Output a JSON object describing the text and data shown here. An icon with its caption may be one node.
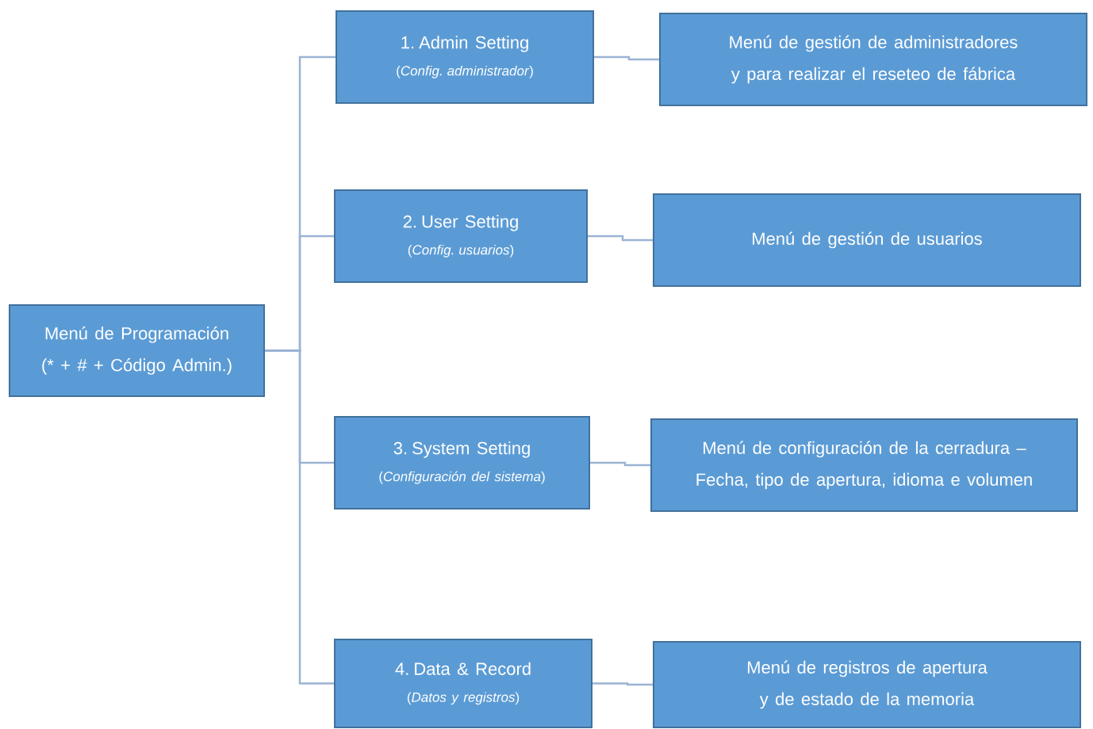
{
  "diagram": {
    "nodes": [
      {
        "text": [
          "Menú de Programación (* + # + Código Admin.)"
        ]
      },
      {
        "text": [
          "1. Admin Setting",
          "(*Config. administrador*)"
        ]
      },
      {
        "text": [
          "2. User Setting",
          "(*Config. usuarios*)"
        ]
      },
      {
        "text": [
          "3. System Setting",
          "(*Configuración del sistema*)"
        ]
      },
      {
        "text": [
          "4. Data & Record",
          "(*Datos y registros*)"
        ]
      },
      {
        "text": [
          "Menú de gestión de administradores y para realizar el reseteo de fábrica"
        ]
      },
      {
        "text": [
          "Menú de gestión de usuarios"
        ]
      },
      {
        "text": [
          "Menú de configuración de la cerradura – Fecha, tipo de apertura, idioma e volumen"
        ]
      },
      {
        "text": [
          "Menú de registros de apertura y de estado de la memoria"
        ]
      }
    ],
    "edges": [
      {
        "from": 0,
        "to": 1,
        "arrow": "none"
      },
      {
        "from": 0,
        "to": 2,
        "arrow": "none"
      },
      {
        "from": 0,
        "to": 3,
        "arrow": "none"
      },
      {
        "from": 0,
        "to": 4,
        "arrow": "none"
      },
      {
        "from": 1,
        "to": 5,
        "arrow": "none"
      },
      {
        "from": 2,
        "to": 6,
        "arrow": "none"
      },
      {
        "from": 3,
        "to": 7,
        "arrow": "none"
      },
      {
        "from": 4,
        "to": 8,
        "arrow": "none"
      }
    ]
  }
}
